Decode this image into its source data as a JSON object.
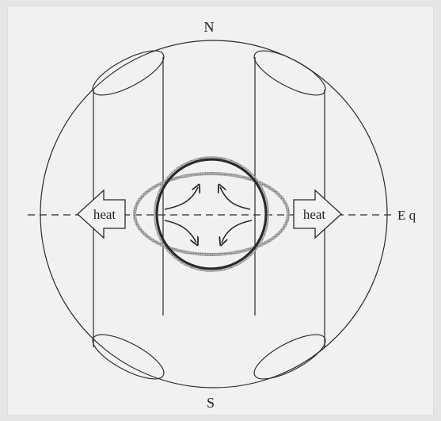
{
  "labels": {
    "north": "N",
    "south": "S",
    "equator": "E q",
    "heat_left": "heat",
    "heat_right": "heat"
  },
  "colors": {
    "background": "#f1f1f1",
    "ink": "#222222",
    "halo": "#9a9a9a"
  }
}
